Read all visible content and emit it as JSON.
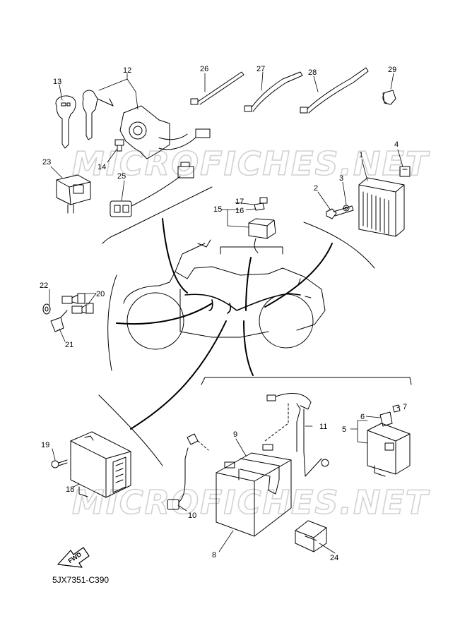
{
  "watermark": "MICROFICHES.NET",
  "diagram_code": "5JX7351-C390",
  "fwd_label": "FWD",
  "callouts": {
    "c1": "1",
    "c2": "2",
    "c3": "3",
    "c4": "4",
    "c5": "5",
    "c6": "6",
    "c7": "7",
    "c8": "8",
    "c9": "9",
    "c10": "10",
    "c11": "11",
    "c12": "12",
    "c13": "13",
    "c14": "14",
    "c15": "15",
    "c16": "16",
    "c17": "17",
    "c18": "18",
    "c19": "19",
    "c20": "20",
    "c21": "21",
    "c22": "22",
    "c23": "23",
    "c24": "24",
    "c25": "25",
    "c26": "26",
    "c27": "27",
    "c28": "28",
    "c29": "29"
  }
}
